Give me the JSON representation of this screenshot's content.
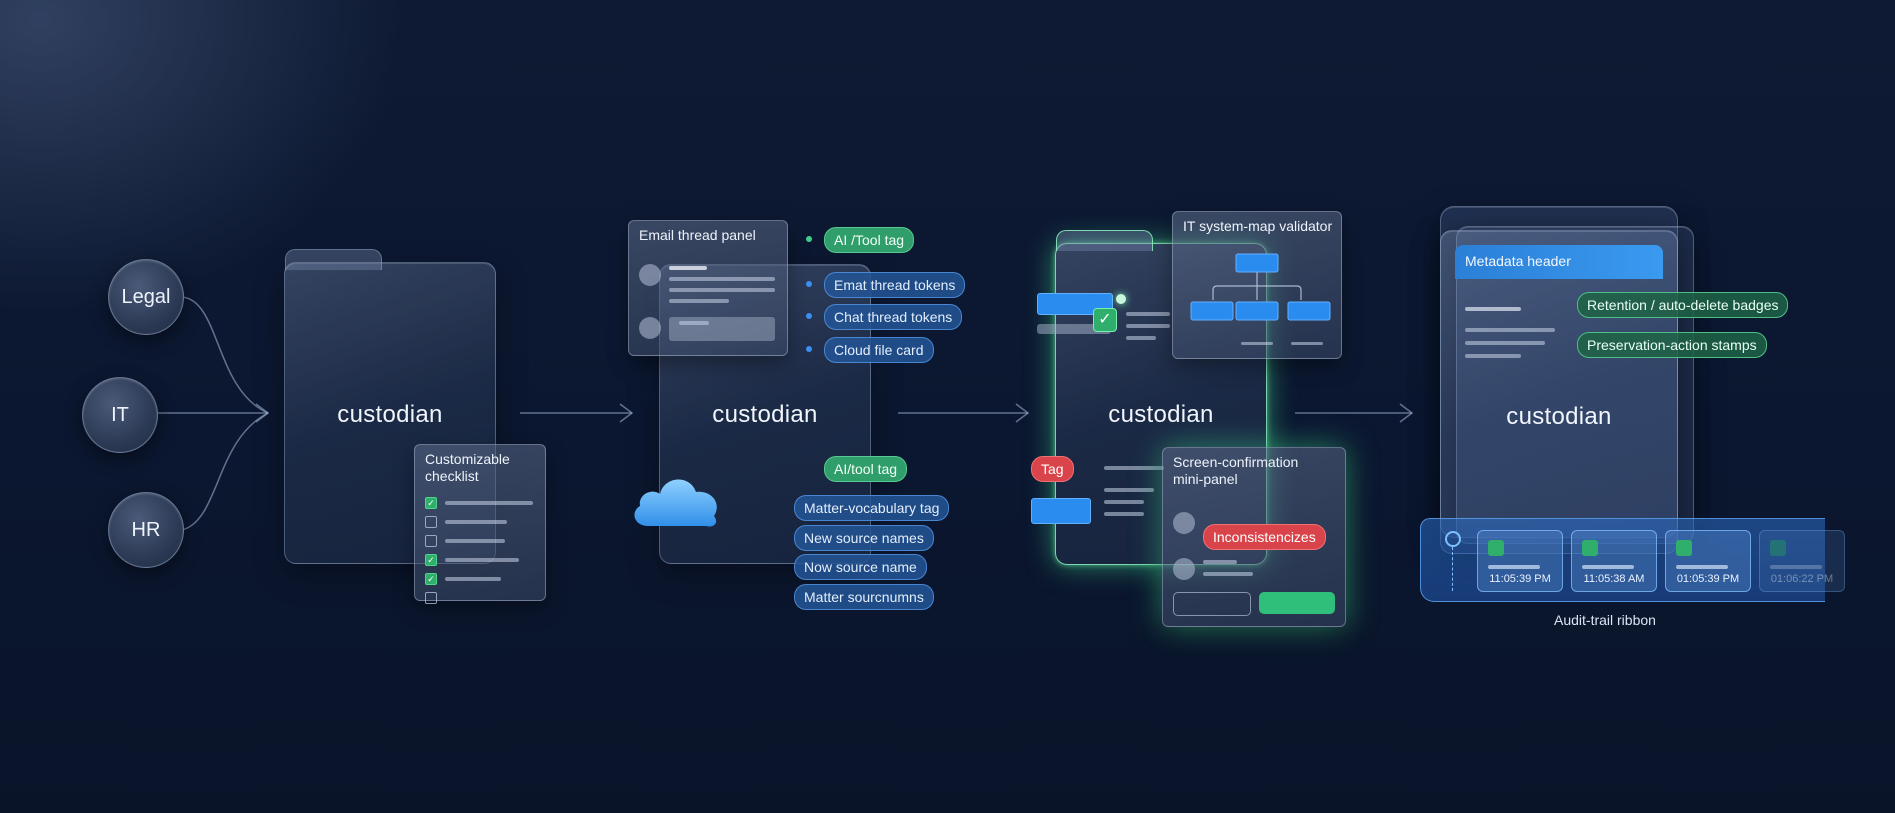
{
  "sources": [
    "Legal",
    "IT",
    "HR"
  ],
  "stage1": {
    "label": "custodian",
    "checklist": {
      "title_line1": "Customizable",
      "title_line2": "checklist",
      "items": [
        true,
        false,
        false,
        true,
        true,
        false
      ]
    }
  },
  "stage2": {
    "label": "custodian",
    "email_panel_title": "Email thread panel",
    "top_tags": [
      {
        "text": "AI /Tool tag",
        "style": "green"
      },
      {
        "text": "Emat thread tokens",
        "style": "blue"
      },
      {
        "text": "Chat thread tokens",
        "style": "blue"
      },
      {
        "text": "Cloud file card",
        "style": "blue"
      }
    ],
    "bottom_tags": [
      {
        "text": "AI/tool tag",
        "style": "green"
      },
      {
        "text": "Matter-vocabulary tag",
        "style": "blue"
      },
      {
        "text": "New source names",
        "style": "blue"
      },
      {
        "text": "Now source name",
        "style": "blue"
      },
      {
        "text": "Matter sourcnumns",
        "style": "blue"
      }
    ]
  },
  "stage3": {
    "label": "custodian",
    "validator_title": "IT system-map validator",
    "tag_label": "Tag",
    "confirm_title_line1": "Screen-confirmation",
    "confirm_title_line2": "mini-panel",
    "inconsistency_label": "Inconsistencizes"
  },
  "stage4": {
    "label": "custodian",
    "metadata_header": "Metadata header",
    "badges": [
      "Retention / auto-delete badges",
      "Preservation-action stamps"
    ],
    "timestamps": [
      "11:05:39 PM",
      "11:05:38 AM",
      "01:05:39 PM",
      "01:06:22 PM"
    ],
    "ribbon_label": "Audit-trail ribbon"
  },
  "colors": {
    "background": "#0b1730",
    "accent_blue": "#2b8cf0",
    "accent_green": "#2f9e6a",
    "alert_red": "#d9434a",
    "glow_green": "#46e696"
  },
  "icons": [
    "cloud-icon",
    "checkmark-icon",
    "arrow-right-icon",
    "flow-node-icon"
  ]
}
